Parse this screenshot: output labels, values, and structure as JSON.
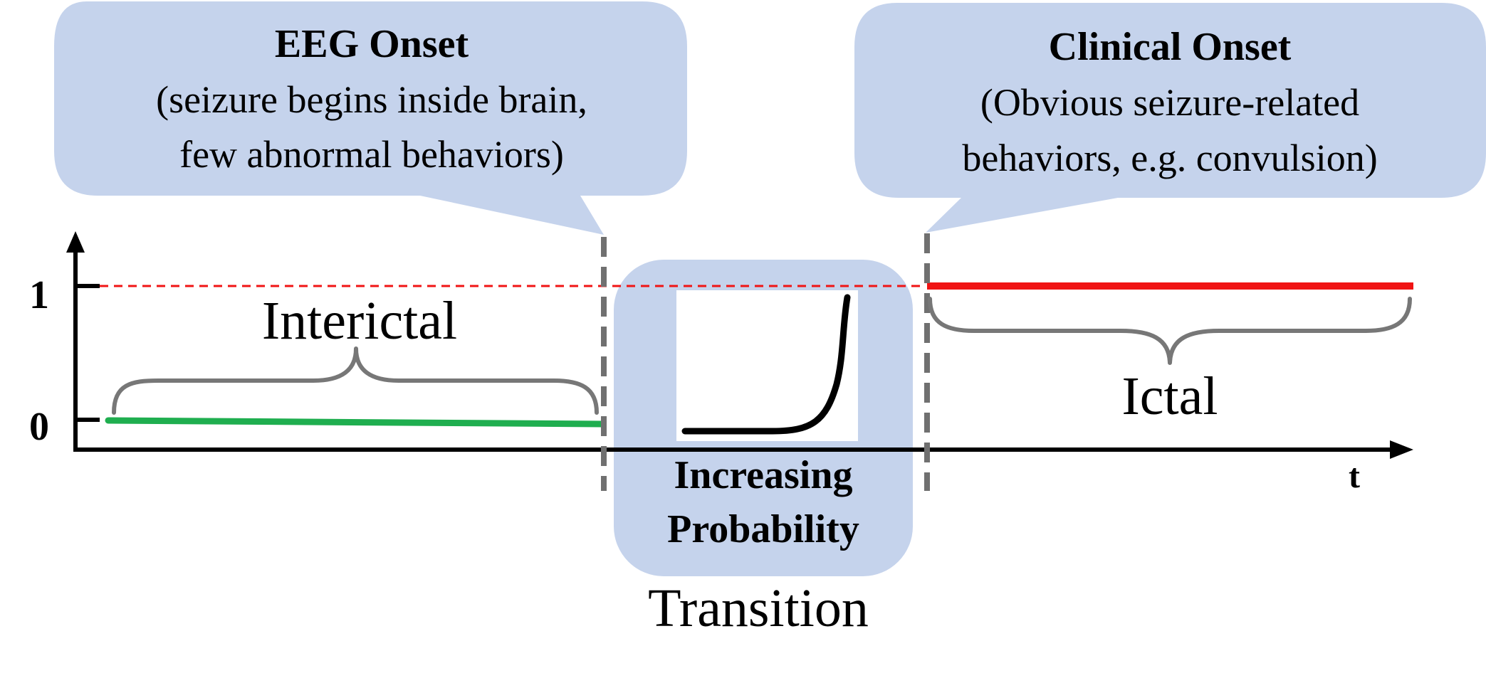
{
  "eeg_callout": {
    "title": "EEG Onset",
    "line1": "(seizure begins inside brain,",
    "line2": "few abnormal behaviors)"
  },
  "clinical_callout": {
    "title": "Clinical Onset",
    "line1": "(Obvious seizure-related",
    "line2": "behaviors, e.g. convulsion)"
  },
  "axis": {
    "y_tick_high": "1",
    "y_tick_low": "0",
    "x_label": "t"
  },
  "phases": {
    "interictal": "Interictal",
    "ictal": "Ictal",
    "transition": "Transition"
  },
  "transition_box": {
    "line1": "Increasing",
    "line2": "Probability"
  },
  "colors": {
    "callout_fill": "#c5d3ec",
    "interictal_line": "#1fae4f",
    "ictal_line": "#f01414",
    "threshold_dash": "#f01414",
    "brace": "#777777",
    "boundary_dash": "#707070",
    "axis": "#000000"
  }
}
